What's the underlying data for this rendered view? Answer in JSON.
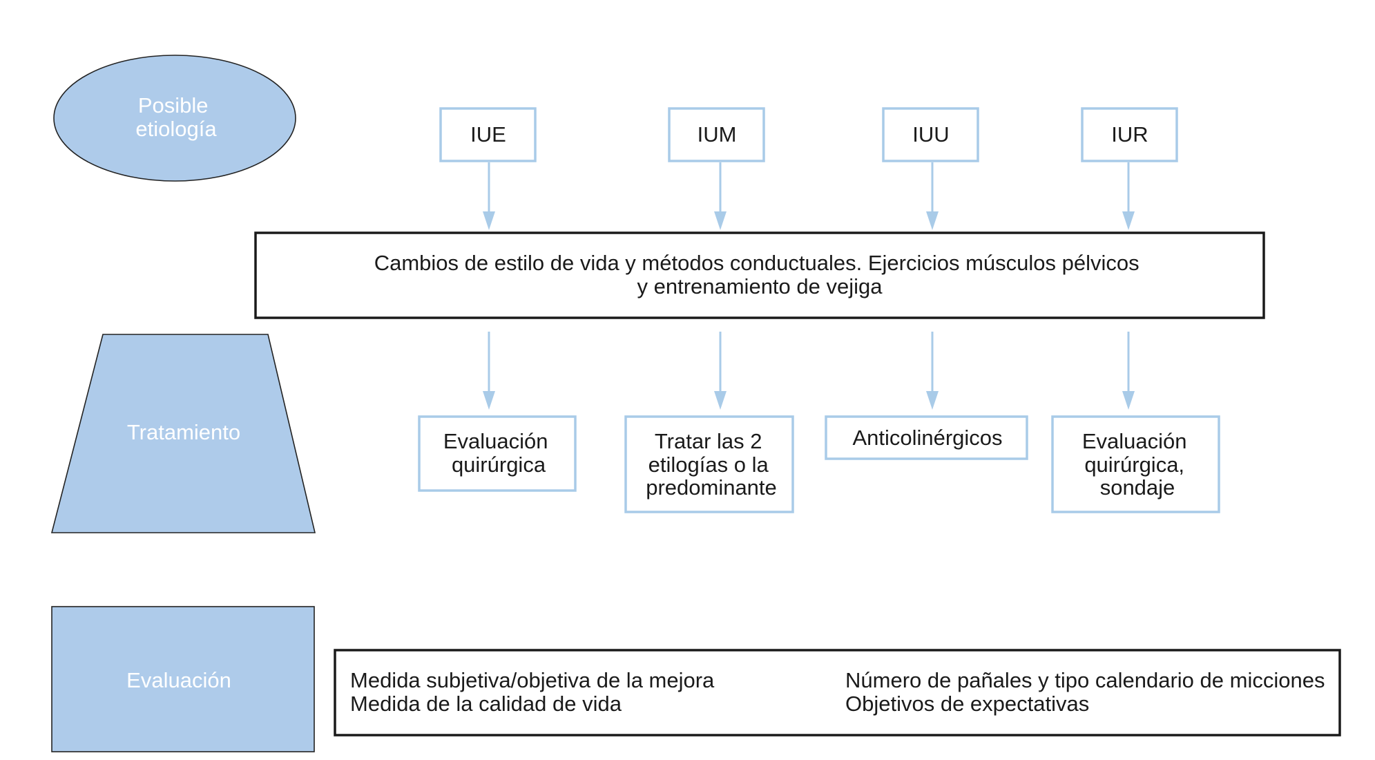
{
  "categories": {
    "etiology": [
      "Posible",
      "etiología"
    ],
    "treatment": "Tratamiento",
    "evaluation": "Evaluación"
  },
  "etiology_types": [
    "IUE",
    "IUM",
    "IUU",
    "IUR"
  ],
  "common_treatment": [
    "Cambios de estilo de vida y métodos conductuales. Ejercicios músculos pélvicos",
    "y entrenamiento de vejiga"
  ],
  "specific_treatments": [
    [
      "Evaluación",
      "quirúrgica"
    ],
    [
      "Tratar las 2",
      "etilogías o la",
      "predominante"
    ],
    [
      "Anticolinérgicos"
    ],
    [
      "Evaluación",
      "quirúrgica,",
      "sondaje"
    ]
  ],
  "evaluation_items": {
    "left": [
      "Medida subjetiva/objetiva de la mejora",
      "Medida de la calidad de vida"
    ],
    "right": [
      "Número de pañales y tipo calendario de micciones",
      "Objetivos de expectativas"
    ]
  },
  "colors": {
    "shape_fill": "#aecbea",
    "box_border_blue": "#a9cbe8",
    "box_border_black": "#1a1a1a",
    "arrow": "#a9cbe8"
  }
}
